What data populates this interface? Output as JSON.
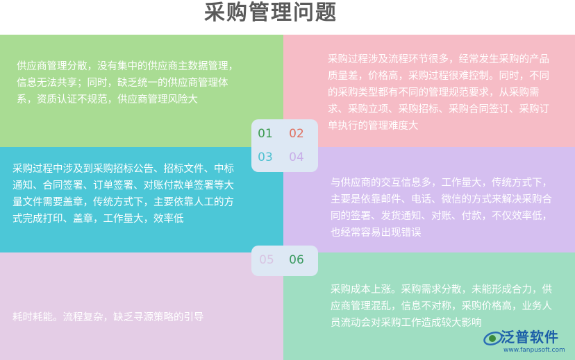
{
  "title": "采购管理问题",
  "panels": [
    {
      "num": "01",
      "text": "供应商管理分散，没有集中的供应商主数据管理，信息无法共享；同时，缺乏统一的供应商管理体系，资质认证不规范，供应商管理风险大"
    },
    {
      "num": "02",
      "text": "采购过程涉及流程环节很多，经常发生采购的产品质量差，价格高，采购过程很难控制。同时，不同的采购类型都有不同的管理规范要求，从采购需求、采购立项、采购招标、采购合同签订、采购订单执行的管理难度大"
    },
    {
      "num": "03",
      "text": "采购过程中涉及到采购招标公告、招标文件、中标通知、合同签署、订单签署、对账付款单签署等大量文件需要盖章，传统方式下，主要依靠人工的方式完成打印、盖章，工作量大，效率低"
    },
    {
      "num": "04",
      "text": "与供应商的交互信息多，工作量大，传统方式下，主要是依靠邮件、电话、微信的方式来解决采购合同的签署、发货通知、对账、付款，不仅效率低，也经常容易出现错误"
    },
    {
      "num": "05",
      "text": "耗时耗能。流程复杂，缺乏寻源策略的引导"
    },
    {
      "num": "06",
      "text": "采购成本上涨。采购需求分散，未能形成合力，供应商管理混乱，信息不对称，采购价格高，业务人员流动会对采购工作造成较大影响"
    }
  ],
  "logo": {
    "name": "泛普软件",
    "url": "www.fanpusoft.com",
    "icon": "fanpu-logo-icon"
  }
}
